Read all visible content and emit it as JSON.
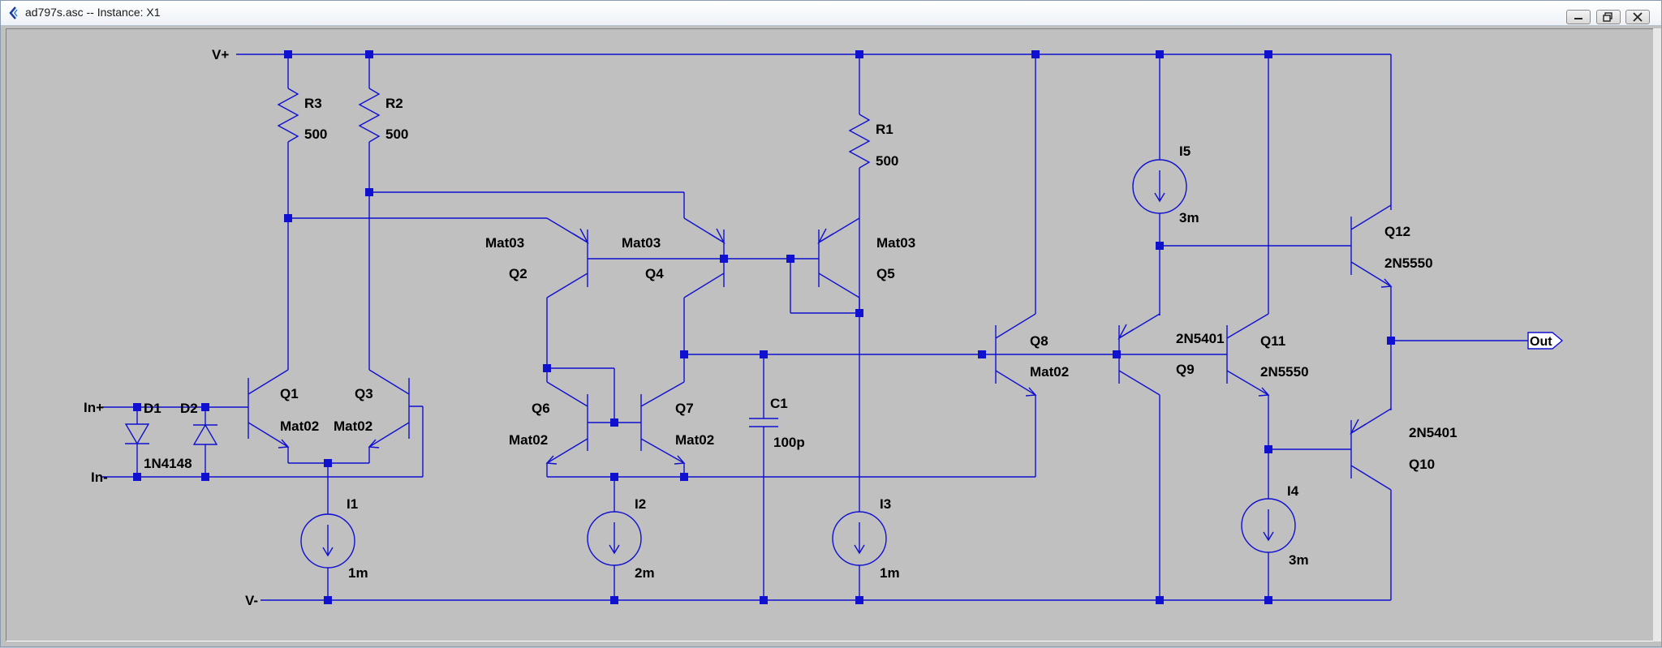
{
  "window": {
    "title": "ad797s.asc -- Instance: X1",
    "buttons": [
      "minimize",
      "restore",
      "close"
    ]
  },
  "colors": {
    "wire": "#1010d0",
    "background": "#c0c0c0",
    "text": "#000000"
  },
  "nets": {
    "vpos": "V+",
    "vneg": "V-",
    "inp": "In+",
    "inn": "In-",
    "out": "Out"
  },
  "components": {
    "R3": {
      "name": "R3",
      "value": "500"
    },
    "R2": {
      "name": "R2",
      "value": "500"
    },
    "R1": {
      "name": "R1",
      "value": "500"
    },
    "D1": {
      "name": "D1"
    },
    "D2": {
      "name": "D2",
      "model": "1N4148"
    },
    "Q1": {
      "name": "Q1",
      "model": "Mat02"
    },
    "Q3": {
      "name": "Q3",
      "model": "Mat02"
    },
    "Q2": {
      "name": "Q2",
      "model": "Mat03"
    },
    "Q4": {
      "name": "Q4",
      "model": "Mat03"
    },
    "Q5": {
      "name": "Q5",
      "model": "Mat03"
    },
    "Q6": {
      "name": "Q6",
      "model": "Mat02"
    },
    "Q7": {
      "name": "Q7",
      "model": "Mat02"
    },
    "Q8": {
      "name": "Q8",
      "model": "Mat02"
    },
    "Q9": {
      "name": "Q9",
      "model": "2N5401"
    },
    "Q11": {
      "name": "Q11",
      "model": "2N5550"
    },
    "Q12": {
      "name": "Q12",
      "model": "2N5550"
    },
    "Q10": {
      "name": "Q10",
      "model": "2N5401"
    },
    "C1": {
      "name": "C1",
      "value": "100p"
    },
    "I1": {
      "name": "I1",
      "value": "1m"
    },
    "I2": {
      "name": "I2",
      "value": "2m"
    },
    "I3": {
      "name": "I3",
      "value": "1m"
    },
    "I4": {
      "name": "I4",
      "value": "3m"
    },
    "I5": {
      "name": "I5",
      "value": "3m"
    }
  }
}
